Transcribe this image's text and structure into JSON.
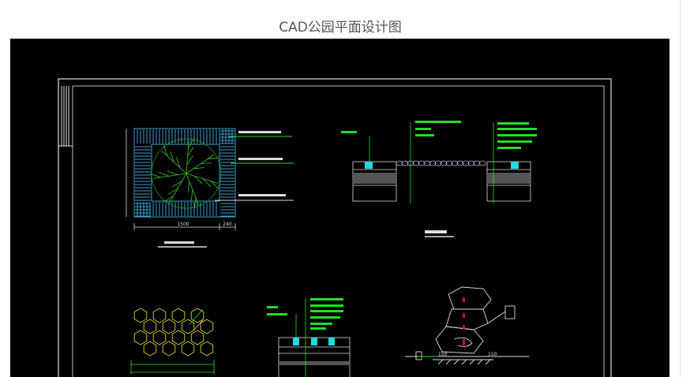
{
  "page": {
    "title": "CAD公园平面设计图"
  },
  "drawing": {
    "background": "#000000",
    "colors": {
      "frame": "#e0e0e0",
      "grate": "#3aa0d0",
      "tree": "#3cc81e",
      "leader": "#22dd22",
      "hex": "#d8d820",
      "cyan": "#20d8e0",
      "rock_mark": "#c01818"
    },
    "dims": {
      "tree_pit_width": "1500",
      "grate_width": "240",
      "rock_left": "150",
      "rock_right": "150"
    }
  }
}
